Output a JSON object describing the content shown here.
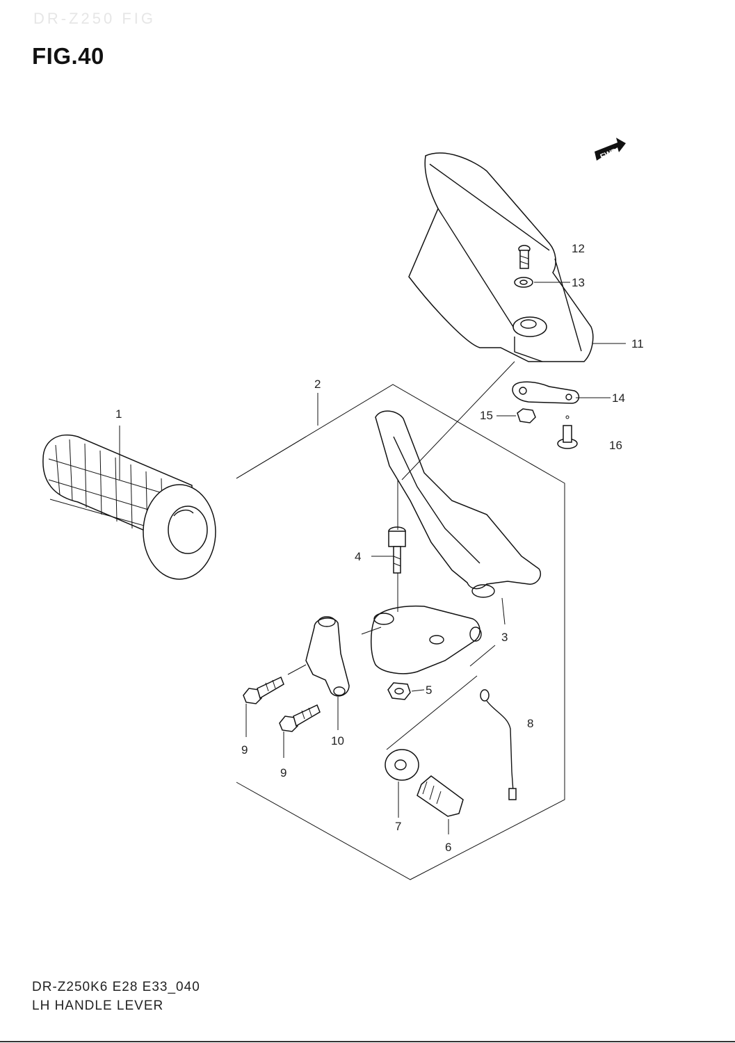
{
  "header": {
    "ghost_text": "DR-Z250 FIG",
    "figure_label": "FIG.40"
  },
  "fwd_arrow": {
    "label": "FWD"
  },
  "callouts": [
    "1",
    "2",
    "3",
    "4",
    "5",
    "6",
    "7",
    "8",
    "9",
    "9",
    "10",
    "11",
    "12",
    "13",
    "14",
    "15",
    "16"
  ],
  "footer": {
    "model_code": "DR-Z250K6 E28 E33_040",
    "section_name": "LH HANDLE LEVER"
  }
}
